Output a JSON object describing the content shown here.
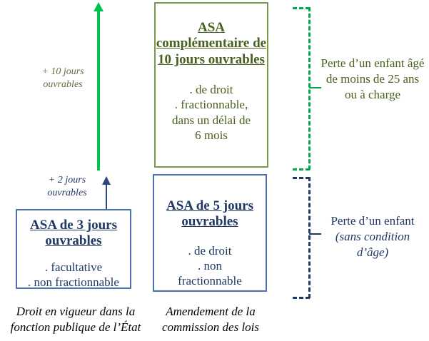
{
  "diagram": {
    "title_context": "Comparatif ASA pour perte d'un enfant",
    "colors": {
      "green_bright": "#00C24F",
      "green_box_border": "#7A9A4B",
      "green_text": "#4A6020",
      "green_label_text": "#5B6B3C",
      "blue_box_border": "#4A72AE",
      "navy_text": "#1F3864",
      "navy_arrow": "#2E4A7D",
      "background": "#ffffff"
    }
  },
  "boxes": {
    "green_asa": {
      "title": "ASA complémentaire de 10 jours ouvrables",
      "body": ". de droit\n. fractionnable, dans un délai de 6 mois",
      "body_lines": [
        ". de droit",
        ". fractionnable,",
        "dans un délai de",
        "6 mois"
      ]
    },
    "blue_asa_5": {
      "title": "ASA de 5 jours ouvrables",
      "body_lines": [
        ". de droit",
        ". non",
        "fractionnable"
      ]
    },
    "blue_asa_3": {
      "title": "ASA de 3 jours ouvrables",
      "body_lines": [
        ". facultative",
        ". non fractionnable"
      ]
    }
  },
  "arrows": {
    "green": {
      "label": "+ 10 jours ouvrables",
      "direction": "up",
      "color": "#00C24F"
    },
    "navy": {
      "label": "+ 2 jours ouvrables",
      "direction": "up",
      "color": "#2E4A7D"
    }
  },
  "brackets": {
    "green": {
      "caption": "Perte d’un enfant âgé de moins de 25 ans ou à charge",
      "style": "dashed",
      "color": "#00A650"
    },
    "navy": {
      "caption_line1": "Perte d’un enfant",
      "caption_line2": "(sans condition",
      "caption_line3": "d’âge)",
      "style": "dashed",
      "color": "#1F3864"
    }
  },
  "bottom_captions": {
    "left": "Droit en vigueur dans la fonction publique de l’État",
    "right": "Amendement de la commission des lois"
  }
}
